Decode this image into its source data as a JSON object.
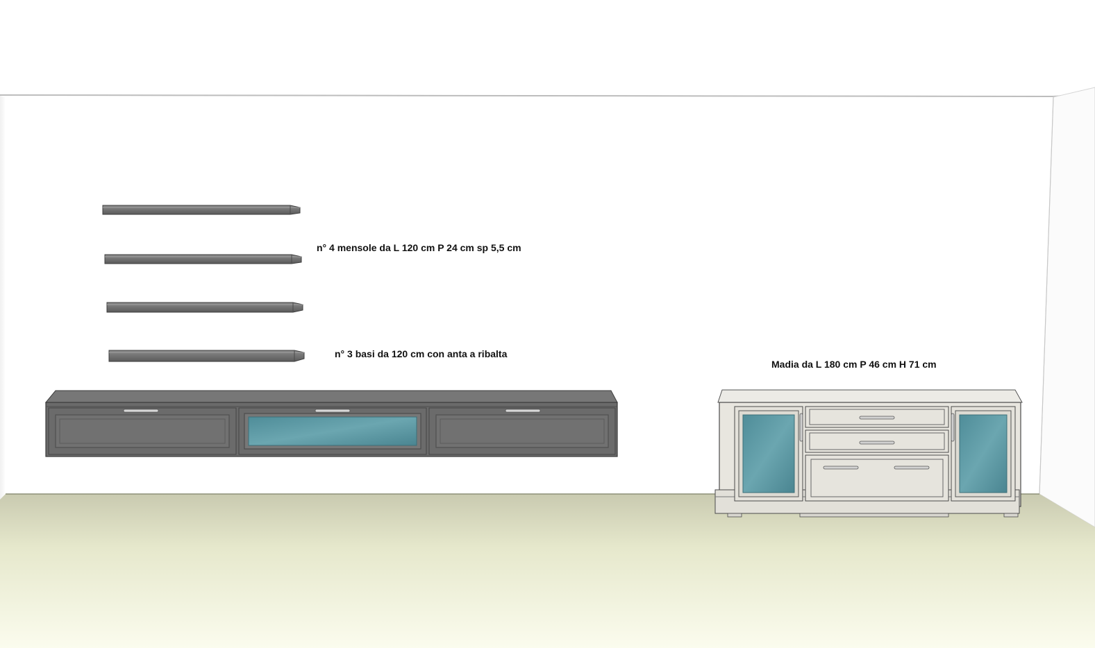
{
  "labels": {
    "shelves": "n° 4 mensole da L 120 cm P 24 cm sp 5,5 cm",
    "bases": "n° 3 basi da 120 cm con anta a ribalta",
    "sideboard": "Madia da L 180 cm P 46 cm H 71 cm"
  },
  "colors": {
    "wall": "#ffffff",
    "floor": "#eef0d6",
    "base_units": "#6e6e6e",
    "glass": "#5a97a3",
    "sideboard": "#e6e4de"
  }
}
